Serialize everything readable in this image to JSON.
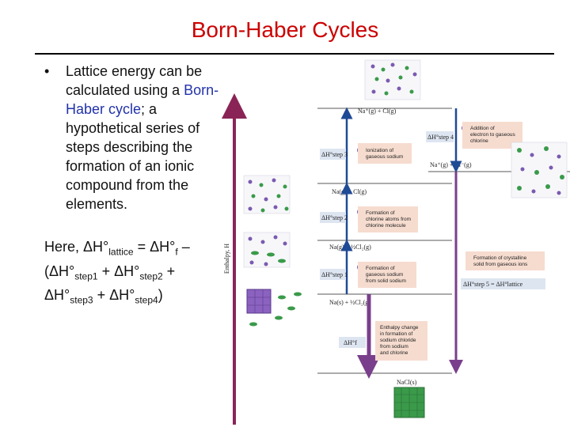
{
  "title": "Born-Haber Cycles",
  "bullet": {
    "marker": "•",
    "text_before": "Lattice energy can be calculated using a ",
    "highlight": "Born-Haber cycle",
    "text_after": "; a hypothetical series of steps describing the formation of an ionic compound from the elements."
  },
  "formula": {
    "p1": "Here, ΔH°",
    "s1": "lattice",
    "p2": " = ΔH°",
    "s2": "f",
    "p3": " – (ΔH°",
    "s3": "step1",
    "p4": " + ΔH°",
    "s4": "step2",
    "p5": " + ΔH°",
    "s5": "step3",
    "p6": " + ΔH°",
    "s6": "step4",
    "p7": ")"
  },
  "figure": {
    "axis_label": "Enthalpy, H",
    "levels": {
      "l1": "Na⁺(g) + Cl(g)",
      "l2": "Na⁺(g) + Cl⁻(g)",
      "l3": "Na(g) + Cl(g)",
      "l4": "Na(g) + ½Cl₂(g)",
      "l5": "Na(s) + ½Cl₂(g)",
      "l6": "NaCl(s)"
    },
    "steps": {
      "s1_num": "1",
      "s1_label": "ΔH°step 1",
      "s1_note": [
        "Formation of",
        "gaseous sodium",
        "from solid sodium"
      ],
      "s2_num": "2",
      "s2_label": "ΔH°step 2",
      "s2_note": [
        "Formation of",
        "chlorine atoms from",
        "chlorine molecule"
      ],
      "s3_num": "3",
      "s3_label": "ΔH°step 3",
      "s3_note": [
        "Ionization of",
        "gaseous sodium"
      ],
      "s4_num": "4",
      "s4_label": "ΔH°step 4",
      "s4_note": [
        "Addition of",
        "electron to gaseous",
        "chlorine"
      ],
      "s5_num": "5",
      "s5_label": "ΔH°step 5 = ΔH°lattice",
      "s5_note": [
        "Formation of crystalline",
        "solid from gaseous ions"
      ],
      "f_label": "ΔH°f",
      "f_note": [
        "Enthalpy change",
        "in formation of",
        "sodium chloride",
        "from sodium",
        "and chlorine"
      ]
    },
    "colors": {
      "axis": "#8a2456",
      "blue_arrow": "#1f4a96",
      "purple_arrow": "#7a3f8c",
      "sodium": "#7b5ab0",
      "chlorine": "#3a9a4a"
    }
  }
}
